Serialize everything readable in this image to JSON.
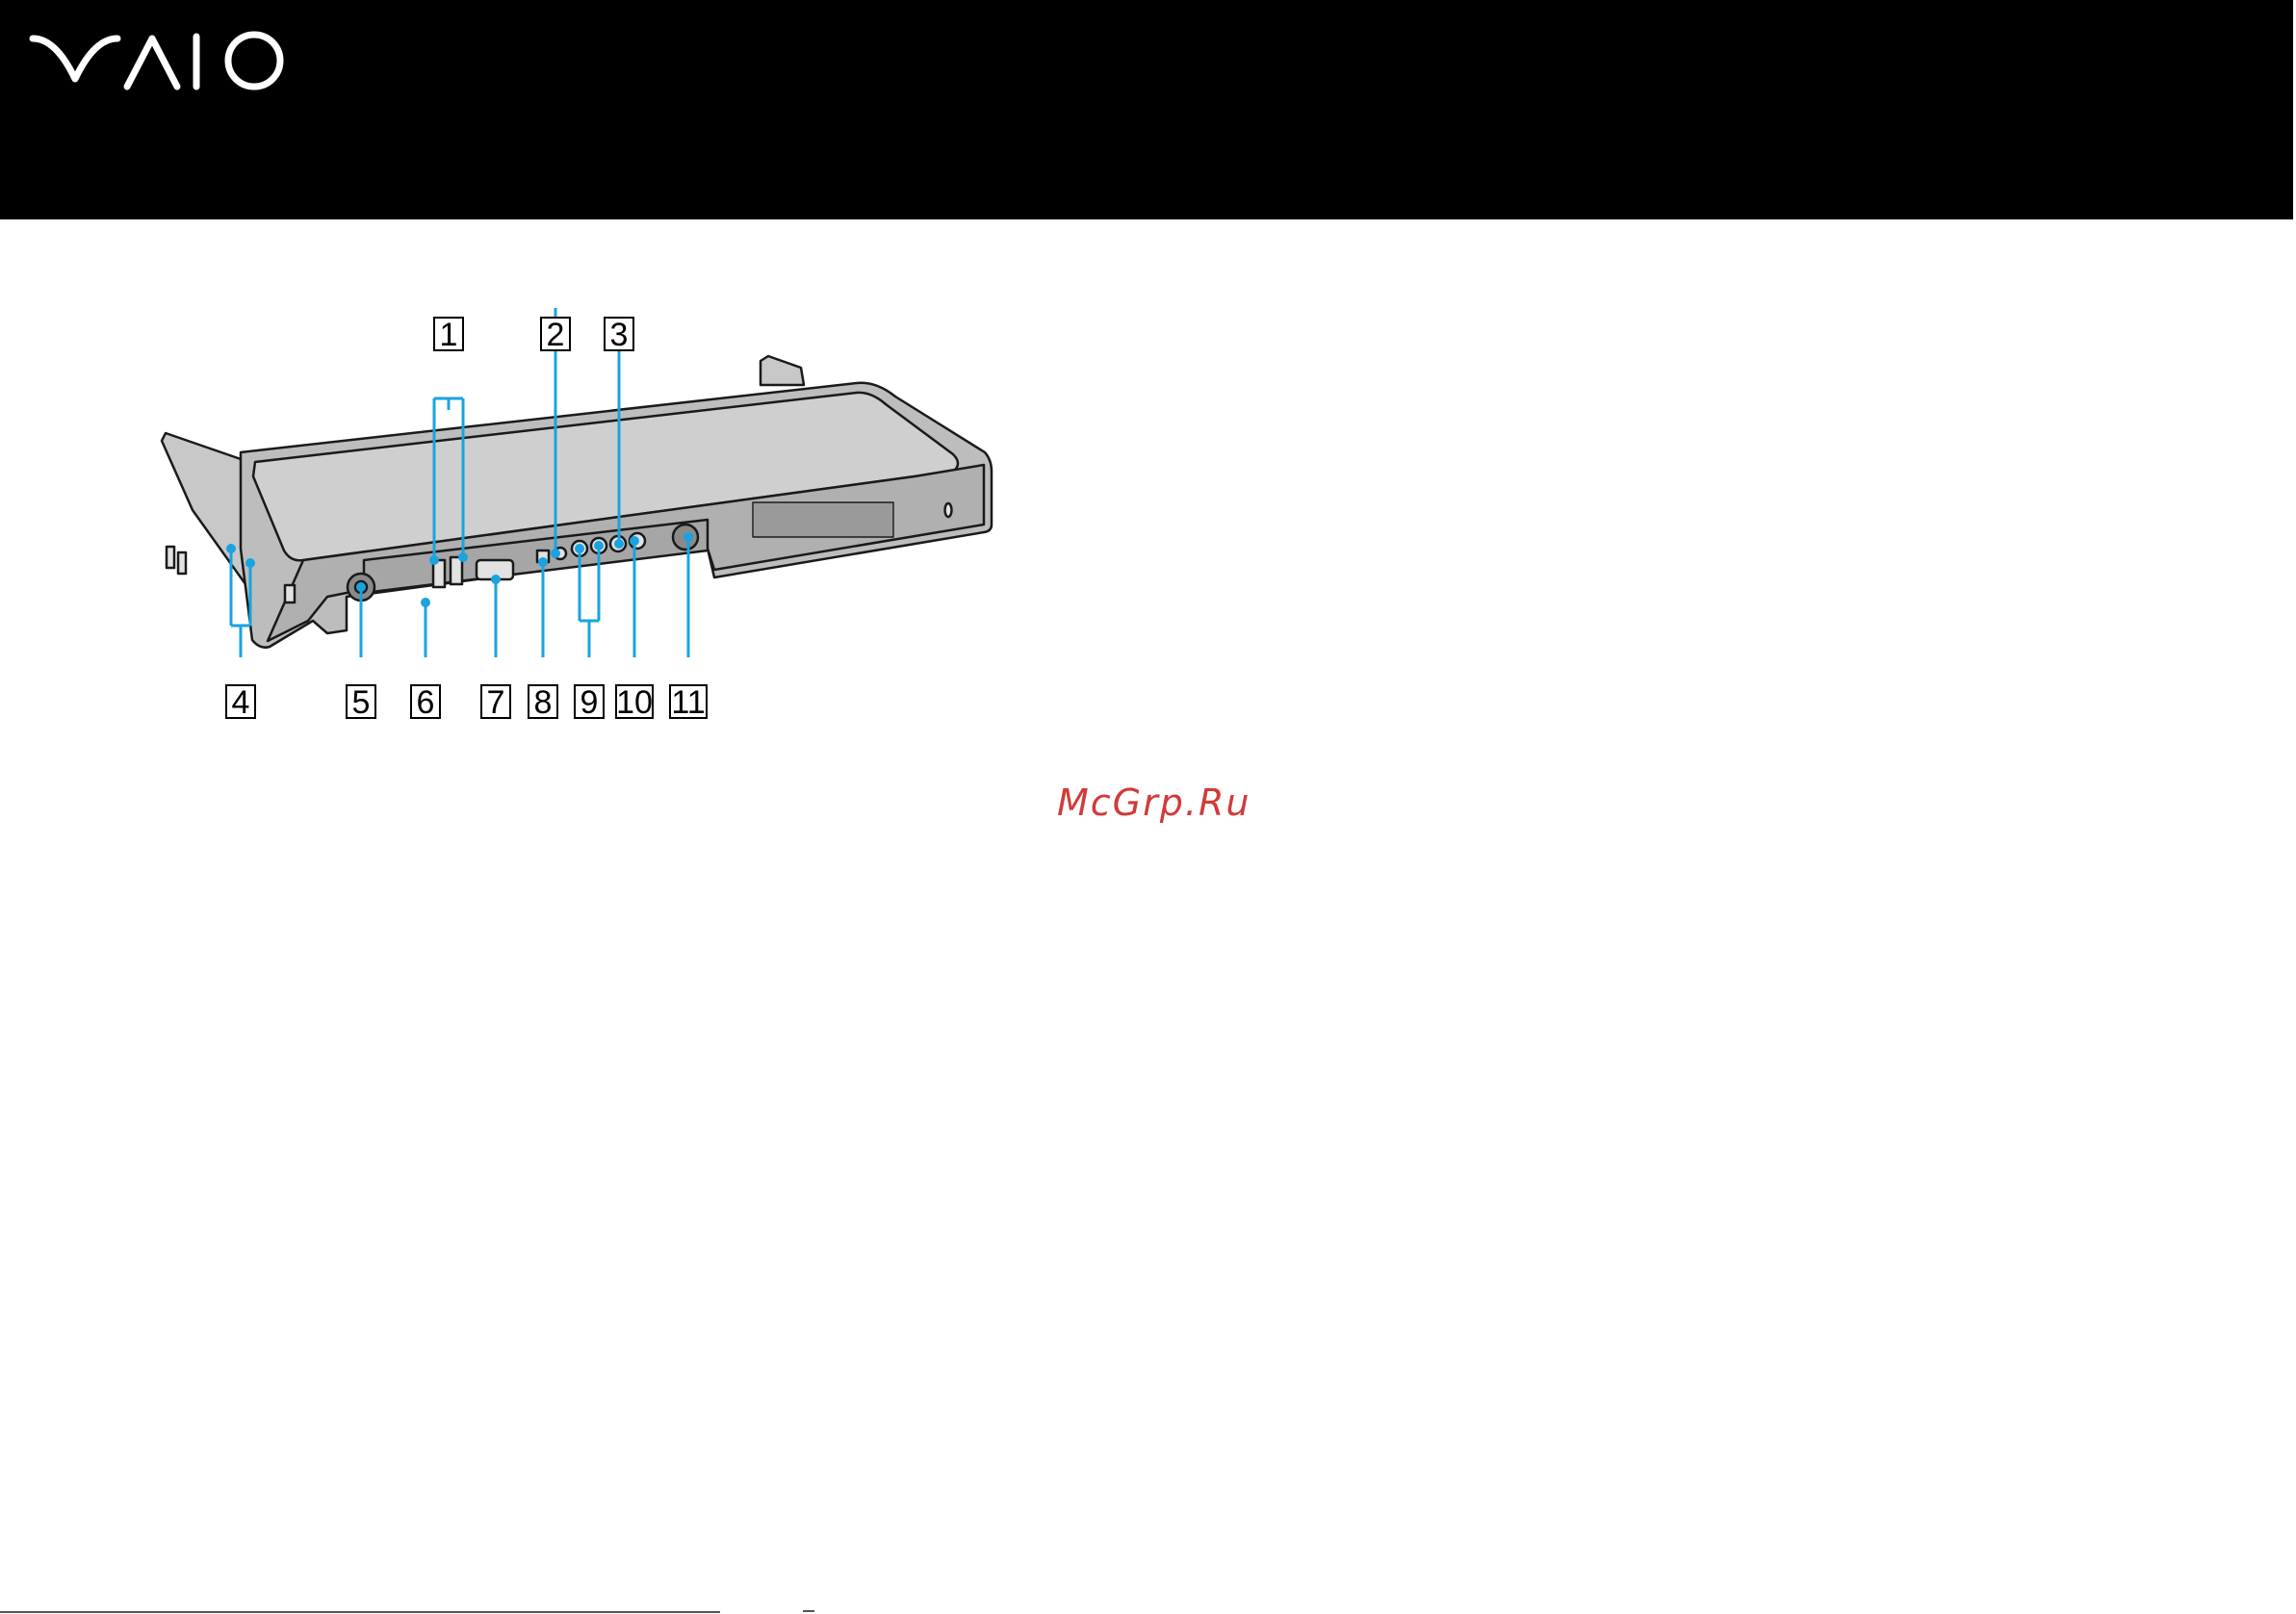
{
  "header": {
    "logo": "VAIO",
    "background": "#000000"
  },
  "figure": {
    "callouts": [
      "1",
      "2",
      "3",
      "4",
      "5",
      "6",
      "7",
      "8",
      "9",
      "10",
      "11"
    ],
    "leader_color": "#1aa3e0"
  },
  "watermark": {
    "text": "McGrp.Ru",
    "color": "#d23a3a"
  }
}
